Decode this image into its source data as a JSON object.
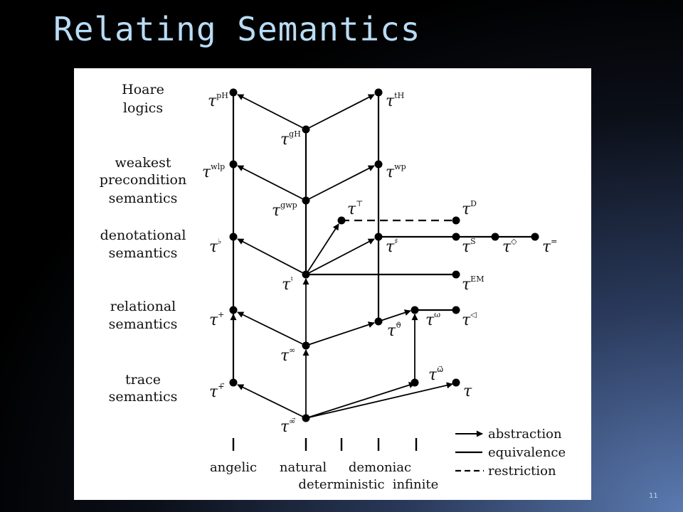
{
  "slide": {
    "title": "Relating Semantics",
    "number": "11"
  },
  "levels": [
    {
      "line1": "Hoare",
      "line2": "logics",
      "line3": ""
    },
    {
      "line1": "weakest",
      "line2": "precondition",
      "line3": "semantics"
    },
    {
      "line1": "denotational",
      "line2": "semantics",
      "line3": ""
    },
    {
      "line1": "relational",
      "line2": "semantics",
      "line3": ""
    },
    {
      "line1": "trace",
      "line2": "semantics",
      "line3": ""
    }
  ],
  "nodes": {
    "pH": {
      "base": "τ",
      "sup": "pH"
    },
    "gH": {
      "base": "τ",
      "sup": "gH"
    },
    "tH": {
      "base": "τ",
      "sup": "tH"
    },
    "wlp": {
      "base": "τ",
      "sup": "wlp"
    },
    "gwp": {
      "base": "τ",
      "sup": "gwp"
    },
    "wp": {
      "base": "τ",
      "sup": "wp"
    },
    "top": {
      "base": "τ",
      "sup": "⊤"
    },
    "D": {
      "base": "τ",
      "sup": "D"
    },
    "flat": {
      "base": "τ",
      "sup": "♭"
    },
    "sharp": {
      "base": "τ",
      "sup": "♯"
    },
    "S": {
      "base": "τ",
      "sup": "S"
    },
    "diamond": {
      "base": "τ",
      "sup": "◇"
    },
    "eq": {
      "base": "τ",
      "sup": "="
    },
    "natural": {
      "base": "τ",
      "sup": "♮"
    },
    "EM": {
      "base": "τ",
      "sup": "EM"
    },
    "plus": {
      "base": "τ",
      "sup": "+"
    },
    "theta": {
      "base": "τ",
      "sup": "ϑ"
    },
    "omega": {
      "base": "τ",
      "sup": "ω"
    },
    "tri": {
      "base": "τ",
      "sup": "◁"
    },
    "inf": {
      "base": "τ",
      "sup": "∞"
    },
    "traceplus": {
      "base": "τ",
      "sup": "+⃗"
    },
    "omegavec": {
      "base": "τ",
      "sup": "ω⃗"
    },
    "tau": {
      "base": "τ",
      "sup": ""
    },
    "traceinf": {
      "base": "τ",
      "sup": "∞⃗"
    }
  },
  "bottom_labels": {
    "angelic": "angelic",
    "natural": "natural",
    "demoniac": "demoniac",
    "deterministic": "deterministic",
    "infinite": "infinite"
  },
  "legend": {
    "abstraction": "abstraction",
    "equivalence": "equivalence",
    "restriction": "restriction"
  }
}
